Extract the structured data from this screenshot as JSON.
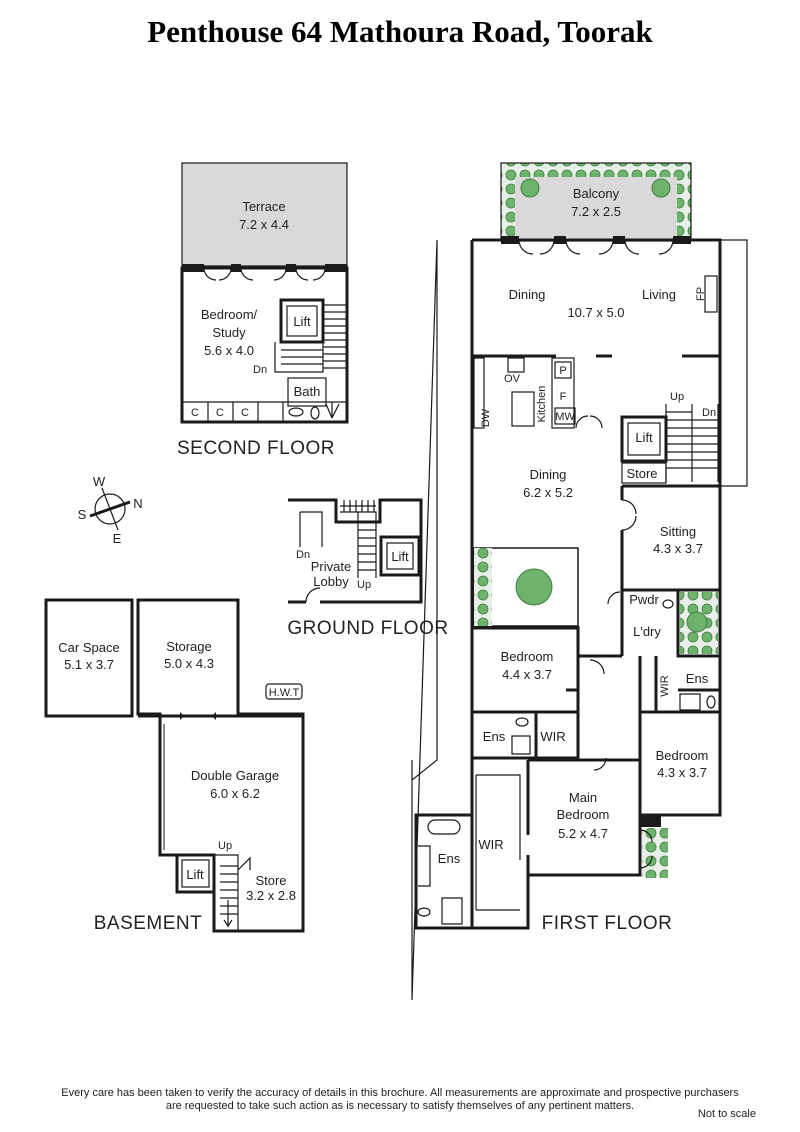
{
  "title": "Penthouse 64 Mathoura Road, Toorak",
  "floors": {
    "second": "SECOND FLOOR",
    "ground": "GROUND FLOOR",
    "basement": "BASEMENT",
    "first": "FIRST FLOOR"
  },
  "rooms": {
    "terrace": {
      "name": "Terrace",
      "dims": "7.2 x 4.4"
    },
    "bedroom_study": {
      "name1": "Bedroom/",
      "name2": "Study",
      "dims": "5.6 x 4.0"
    },
    "second_lift": "Lift",
    "second_dn": "Dn",
    "bath": "Bath",
    "cupboard": "C",
    "private_lobby": {
      "name1": "Private",
      "name2": "Lobby"
    },
    "ground_lift": "Lift",
    "ground_dn": "Dn",
    "ground_up": "Up",
    "car_space": {
      "name": "Car Space",
      "dims": "5.1 x 3.7"
    },
    "storage": {
      "name": "Storage",
      "dims": "5.0 x 4.3"
    },
    "hwt": "H.W.T",
    "double_garage": {
      "name": "Double Garage",
      "dims": "6.0 x 6.2"
    },
    "basement_lift": "Lift",
    "basement_up": "Up",
    "basement_store": {
      "name": "Store",
      "dims": "3.2 x 2.8"
    },
    "balcony": {
      "name": "Balcony",
      "dims": "7.2 x 2.5"
    },
    "dining_main": "Dining",
    "living": "Living",
    "living_dims": "10.7 x 5.0",
    "fp": "FP",
    "ov": "OV",
    "p": "P",
    "f": "F",
    "mw": "MW",
    "dw": "DW",
    "kitchen": "Kitchen",
    "first_lift": "Lift",
    "first_up": "Up",
    "first_dn": "Dn",
    "first_store": "Store",
    "dining2": {
      "name": "Dining",
      "dims": "6.2 x 5.2"
    },
    "sitting": {
      "name": "Sitting",
      "dims": "4.3 x 3.7"
    },
    "pwdr": "Pwdr",
    "ldry": "L'dry",
    "bedroom1": {
      "name": "Bedroom",
      "dims": "4.4 x 3.7"
    },
    "ens1": "Ens",
    "wir1": "WIR",
    "wir2": "WIR",
    "ens2": "Ens",
    "bedroom2": {
      "name": "Bedroom",
      "dims": "4.3 x 3.7"
    },
    "main_bedroom": {
      "name1": "Main",
      "name2": "Bedroom",
      "dims": "5.2 x 4.7"
    },
    "wir3": "WIR",
    "ens3": "Ens"
  },
  "compass": {
    "w": "W",
    "n": "N",
    "s": "S",
    "e": "E"
  },
  "disclaimer_line1": "Every care has been taken to verify the accuracy of details in this brochure.  All measurements are approximate and prospective purchasers",
  "disclaimer_line2": "are requested to take such action as is necessary to satisfy themselves of any pertinent matters.",
  "scale_note": "Not to scale",
  "colors": {
    "terrace_fill": "#d9d9d9",
    "planter_fill": "#6db36d",
    "wall": "#1a1a1a"
  }
}
